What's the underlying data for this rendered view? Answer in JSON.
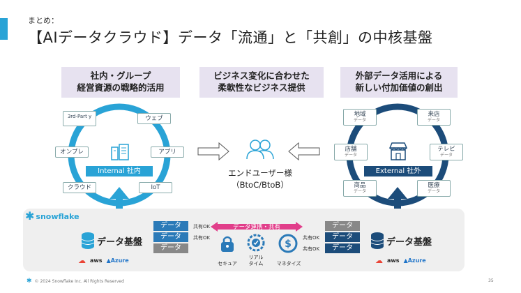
{
  "header": {
    "kicker": "まとめ：",
    "title": "【AIデータクラウド】データ「流通」と「共創」の中核基盤"
  },
  "columns": {
    "left": {
      "line1": "社内・グループ",
      "line2": "経営資源の戦略的活用"
    },
    "center": {
      "line1": "ビジネス変化に合わせた",
      "line2": "柔軟性なビジネス提供"
    },
    "right": {
      "line1": "外部データ活用による",
      "line2": "新しい付加価値の創出"
    }
  },
  "internal": {
    "label": "Internal 社内",
    "chips": {
      "thirdparty": "3rd-Part y",
      "web": "ウェブ",
      "onpre": "オンプレ",
      "app": "アプリ",
      "cloud": "クラウド",
      "iot": "IoT"
    }
  },
  "external": {
    "label": "External 社外",
    "chip_sub": "データ",
    "chips": {
      "region": "地域",
      "store": "来店",
      "shop": "店舗",
      "tv": "テレビ",
      "product": "商品",
      "medical": "医療"
    }
  },
  "end_user": {
    "line1": "エンドユーザー様",
    "line2": "（BtoC/BtoB）"
  },
  "platform": {
    "brand": "snowflake",
    "left_base": "データ基盤",
    "right_base": "データ基盤",
    "data_label": "データ",
    "share_ok": "共有OK",
    "link_label": "データ連携・共有",
    "features": {
      "secure": "セキュア",
      "realtime_1": "リアル",
      "realtime_2": "タイム",
      "monetize": "マネタイズ"
    },
    "clouds": {
      "aws": "aws",
      "azure": "Azure"
    }
  },
  "footer": {
    "copyright": "© 2024 Snowflake Inc. All Rights Reserved",
    "page": "35"
  },
  "colors": {
    "accent": "#29a3d6",
    "header_bg": "#e7e2f0",
    "internal_blue": "#29a3d6",
    "external_navy": "#1c4c7a",
    "data_blue": "#2b7ab8",
    "data_gray": "#888888",
    "link_pink": "#e13e8a"
  }
}
